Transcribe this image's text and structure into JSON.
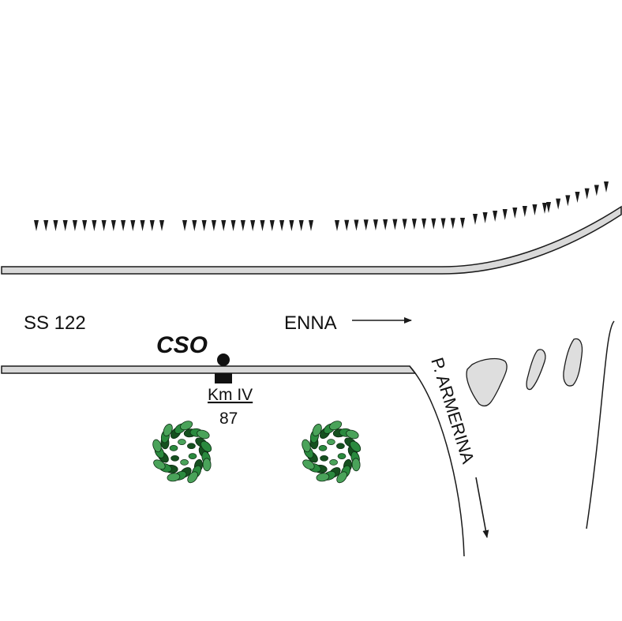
{
  "labels": {
    "road": "SS 122",
    "station": "CSO",
    "direction_east": "ENNA",
    "direction_south": "P. ARMERINA",
    "km_marker": "Km IV",
    "km_value": "87"
  },
  "colors": {
    "road_fill": "#d9d9d9",
    "outline": "#1a1a1a",
    "blob_fill": "#dedede",
    "tree_dark": "#15501f",
    "tree_mid": "#2a8a3e",
    "tree_light": "#4aa35a"
  },
  "icons": {
    "station": "filled-circle",
    "marker": "km-stone",
    "vegetation": "tree-crown",
    "embankment": "slope-hatching",
    "arrow": "direction-arrow"
  }
}
